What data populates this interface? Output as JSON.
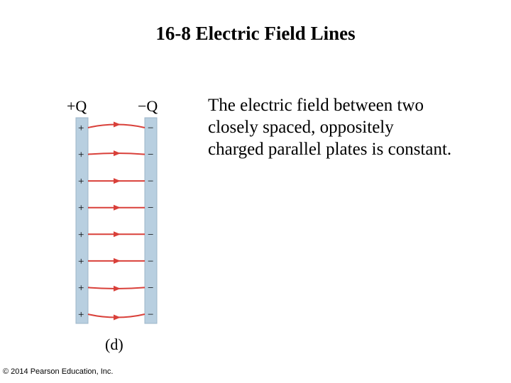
{
  "slide": {
    "title": "16-8 Electric Field Lines",
    "text_lines": [
      "The electric field between two",
      "closely spaced, oppositely",
      "charged parallel plates is constant."
    ],
    "copyright": "© 2014 Pearson Education, Inc."
  },
  "diagram": {
    "left_plate_label": "+Q",
    "right_plate_label": "−Q",
    "caption": "(d)",
    "positive_sign": "+",
    "negative_sign": "−",
    "field_line_count": 8,
    "colors": {
      "plate_fill": "#b8cfe0",
      "plate_edge": "#9db5c8",
      "field_line": "#d9403a"
    }
  }
}
